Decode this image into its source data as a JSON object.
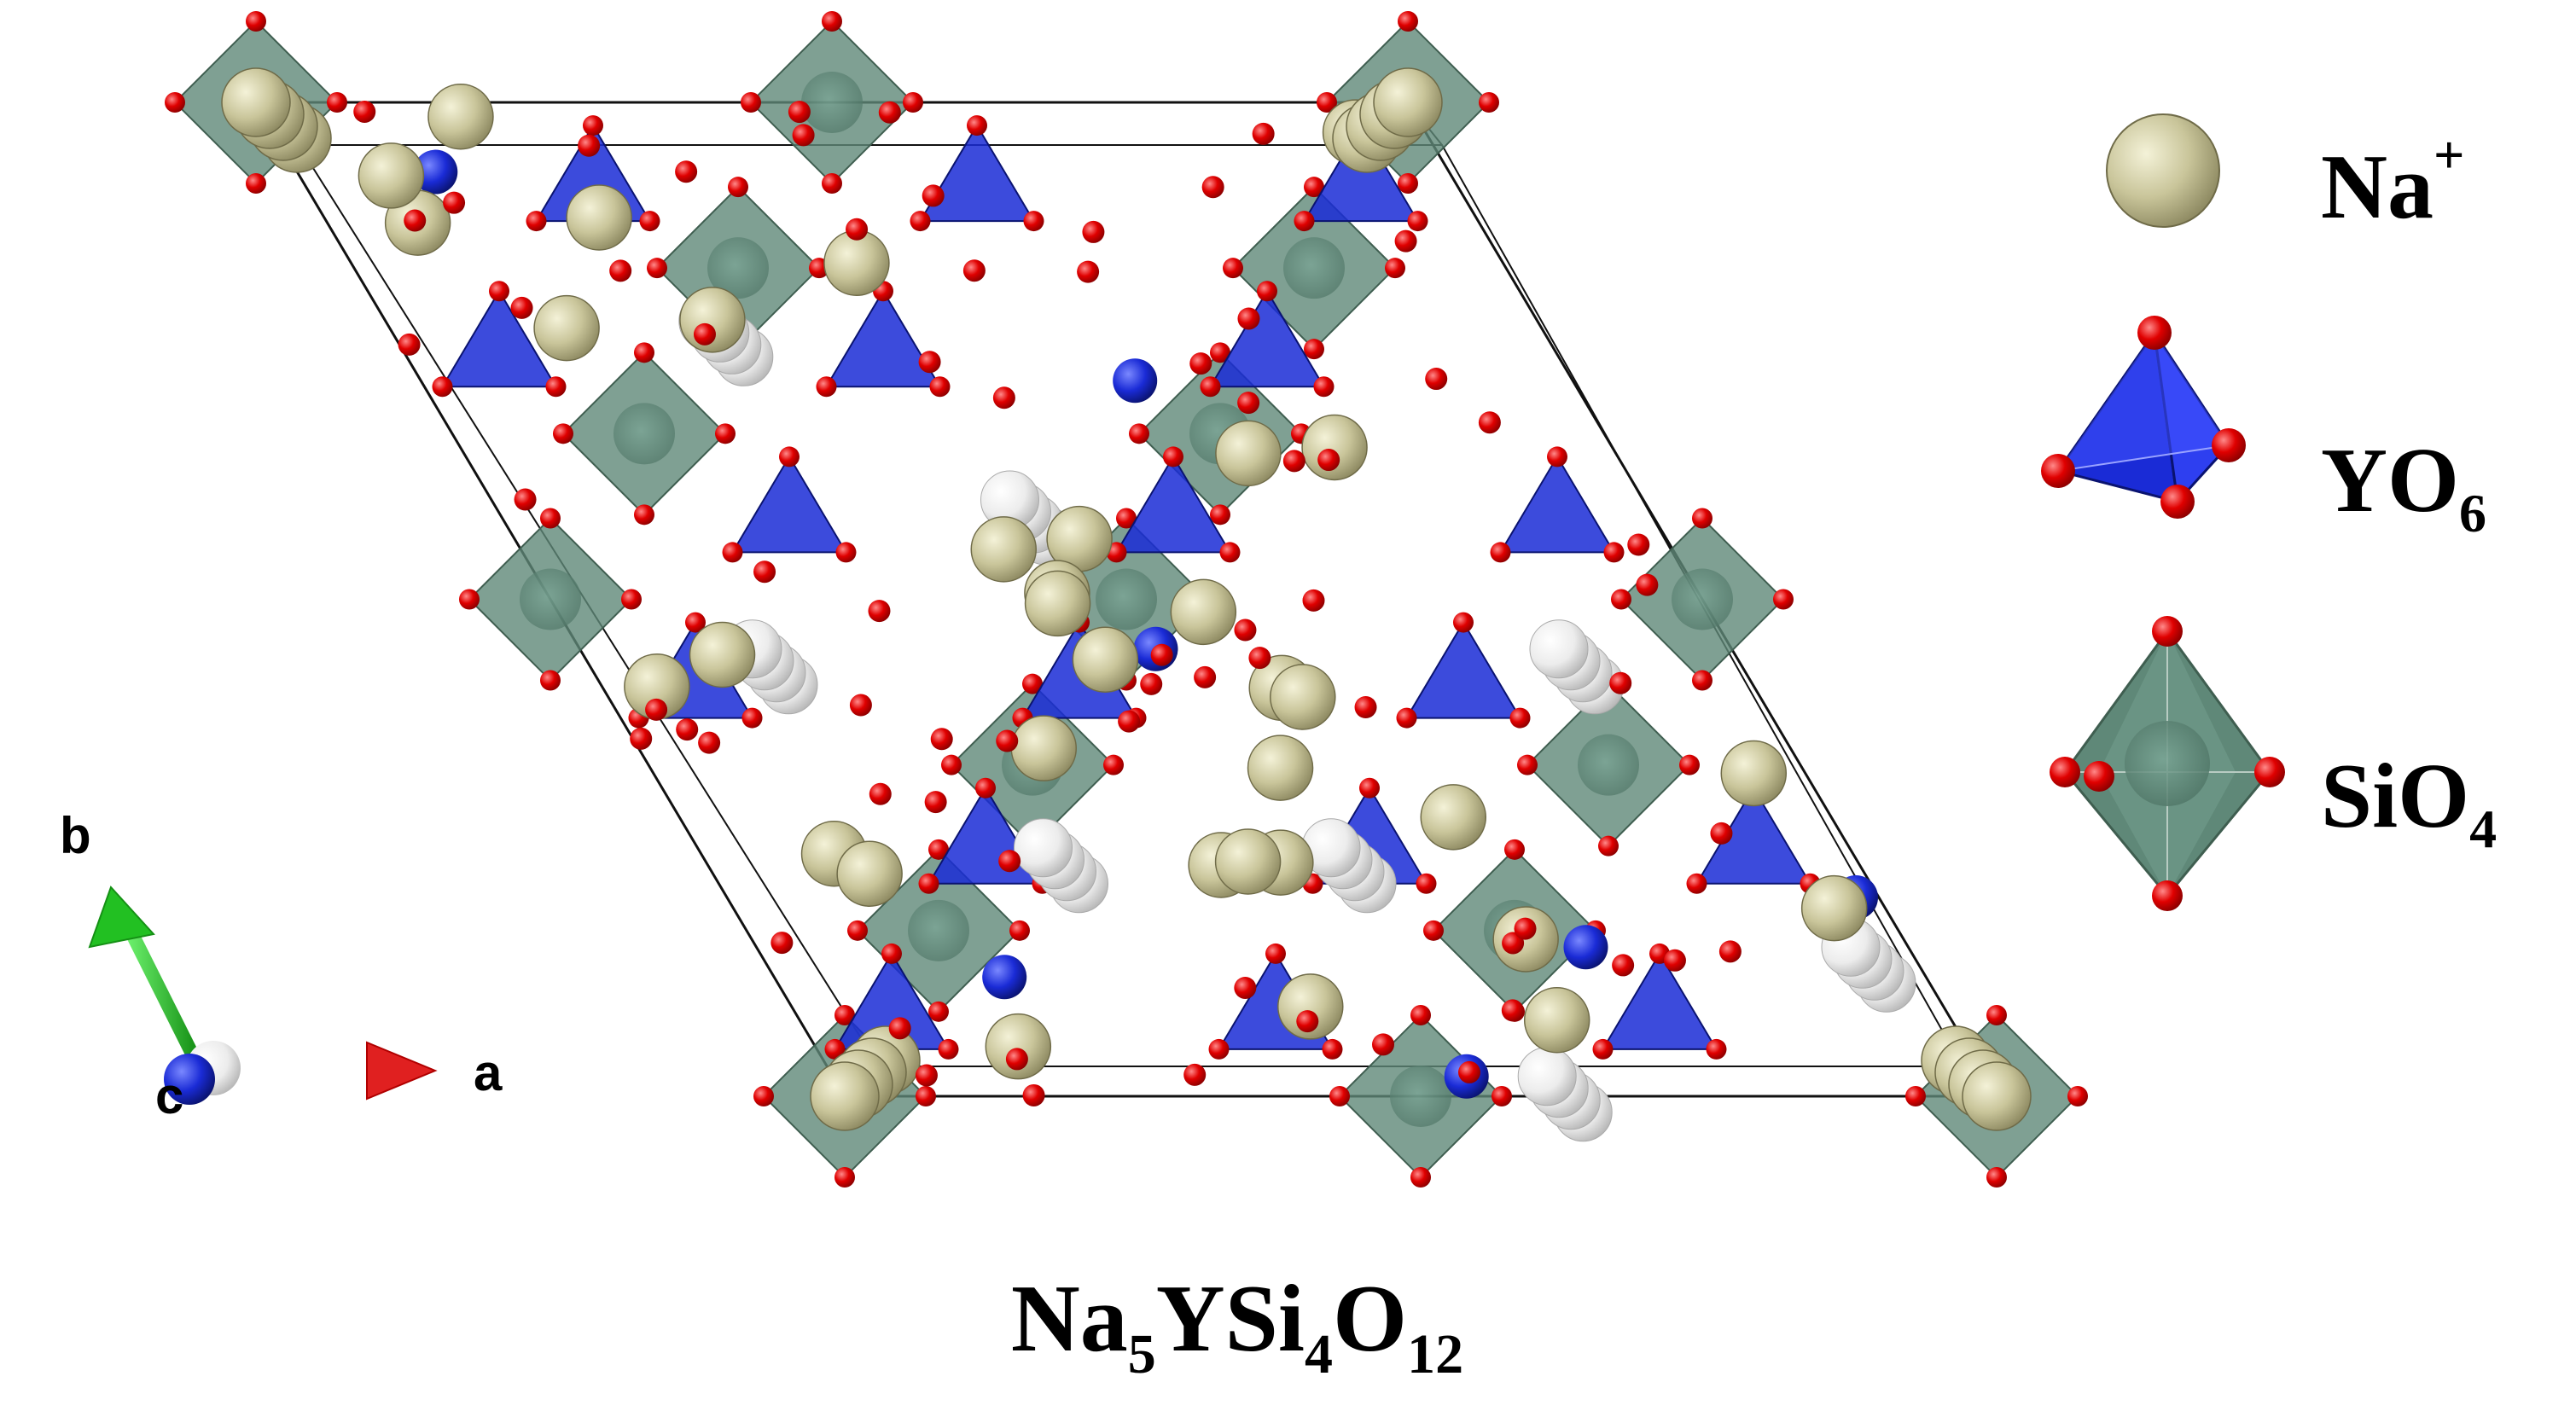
{
  "legend": {
    "na": {
      "symbol": "Na",
      "charge": "+"
    },
    "yo": {
      "symbol": "YO",
      "subscript": "6"
    },
    "sio": {
      "symbol": "SiO",
      "subscript": "4"
    }
  },
  "formula": {
    "parts": [
      {
        "text": "Na",
        "sub": "5"
      },
      {
        "text": "YSi",
        "sub": "4"
      },
      {
        "text": "O",
        "sub": "12"
      }
    ]
  },
  "axes": {
    "a": "a",
    "b": "b",
    "c": "c"
  },
  "colors": {
    "sodium": "#c9c59a",
    "yttrium": "#1a2bd6",
    "silicon_polyhedron": "#5f8878",
    "oxygen": "#e00000",
    "vacancy": "#f2f2f2",
    "axis_a": "#e02020",
    "axis_b": "#22c022",
    "axis_c": "#1a2bd6"
  }
}
